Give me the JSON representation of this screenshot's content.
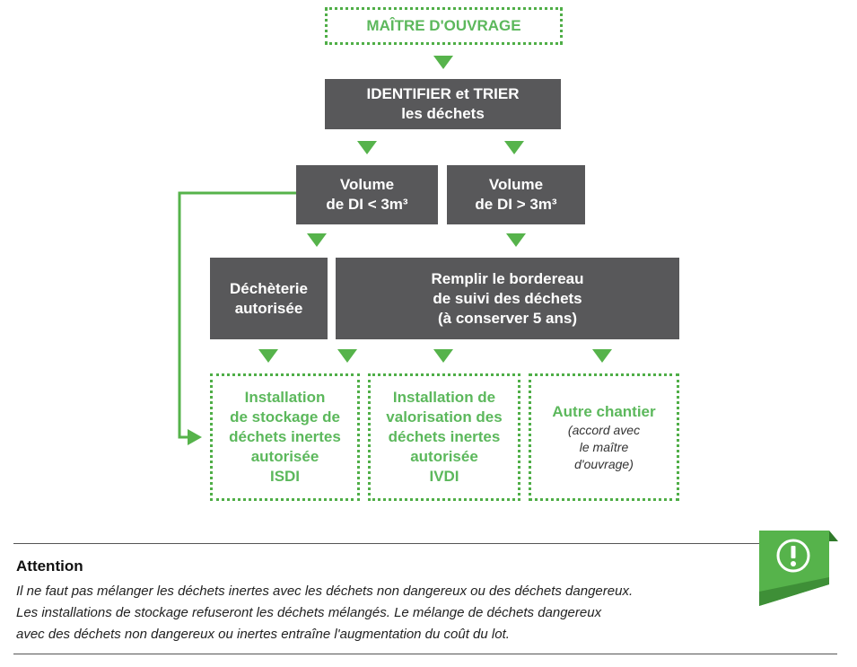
{
  "flow": {
    "maitre": "MAÎTRE D'OUVRAGE",
    "identifier": [
      "IDENTIFIER et TRIER",
      "les déchets"
    ],
    "vol_small": [
      "Volume",
      "de DI < 3m³"
    ],
    "vol_large": [
      "Volume",
      "de DI > 3m³"
    ],
    "decheterie": [
      "Déchèterie",
      "autorisée"
    ],
    "bordereau": [
      "Remplir le bordereau",
      "de suivi des déchets",
      "(à conserver 5 ans)"
    ],
    "isdi": [
      "Installation",
      "de stockage de",
      "déchets inertes",
      "autorisée",
      "ISDI"
    ],
    "ivdi": [
      "Installation de",
      "valorisation des",
      "déchets inertes",
      "autorisée",
      "IVDI"
    ],
    "autre": {
      "title": "Autre chantier",
      "sub": [
        "(accord avec",
        "le maître",
        "d'ouvrage)"
      ]
    }
  },
  "note": {
    "title": "Attention",
    "lines": [
      "Il ne faut pas mélanger les déchets inertes avec les déchets non dangereux ou des déchets dangereux.",
      "Les installations de stockage refuseront les déchets mélangés. Le mélange de déchets dangereux",
      "avec des déchets non dangereux ou inertes entraîne l'augmentation du coût du lot."
    ],
    "icon": "exclamation-circle-icon",
    "accent": "#56b34b"
  }
}
